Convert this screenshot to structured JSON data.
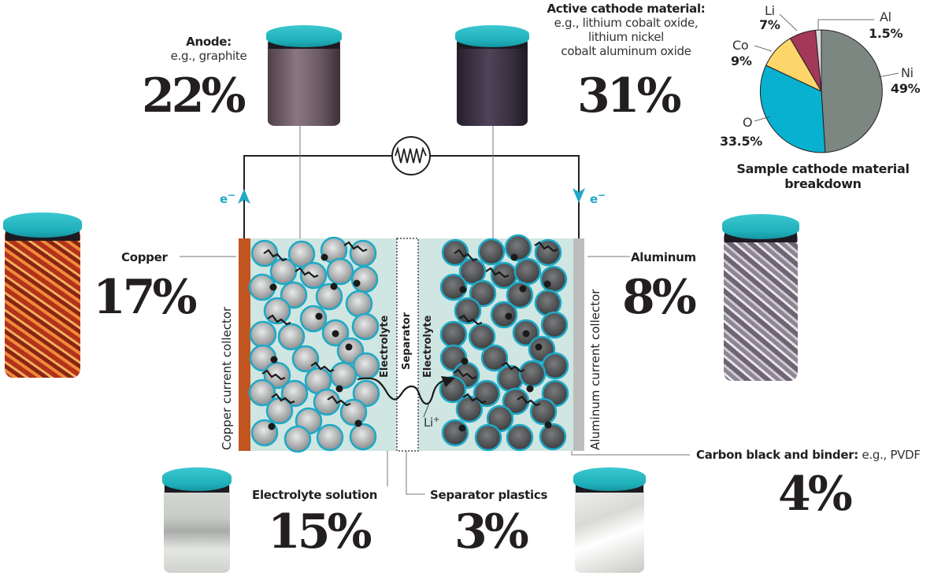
{
  "components": {
    "anode": {
      "label": "Anode:",
      "example": "e.g., graphite",
      "percent": "22%"
    },
    "cathode": {
      "label": "Active cathode material:",
      "example_lines": [
        "e.g., lithium cobalt oxide,",
        "lithium nickel",
        "cobalt aluminum oxide"
      ],
      "percent": "31%"
    },
    "copper": {
      "label": "Copper",
      "percent": "17%"
    },
    "aluminum": {
      "label": "Aluminum",
      "percent": "8%"
    },
    "electrolyte": {
      "label": "Electrolyte solution",
      "percent": "15%"
    },
    "separator": {
      "label": "Separator plastics",
      "percent": "3%"
    },
    "carbon": {
      "label": "Carbon black and binder:",
      "example": "e.g., PVDF",
      "percent": "4%"
    }
  },
  "diagram": {
    "copper_collector": "Copper current collector",
    "aluminum_collector": "Aluminum current collector",
    "electrolyte_left": "Electrolyte",
    "separator": "Separator",
    "electrolyte_right": "Electrolyte",
    "ion": "Li",
    "ion_charge": "+",
    "electron_left": "e",
    "electron_right": "e",
    "electron_charge": "−"
  },
  "colors": {
    "teal_accent": "#1fa9c6",
    "copper": "#c2541f",
    "aluminum": "#bdbdbd",
    "electrolyte_bg": "#cfe6e2",
    "anode_particle": "#a6a8a8",
    "cathode_particle": "#58595b",
    "pie_ni": "#7d8782",
    "pie_o": "#08b1cf",
    "pie_co": "#fcd66a",
    "pie_li": "#a3385a",
    "pie_al": "#d9dcdc"
  },
  "pie": {
    "title_line1": "Sample cathode material",
    "title_line2": "breakdown",
    "slices": [
      {
        "name": "Ni",
        "value": "49%"
      },
      {
        "name": "O",
        "value": "33.5%"
      },
      {
        "name": "Co",
        "value": "9%"
      },
      {
        "name": "Li",
        "value": "7%"
      },
      {
        "name": "Al",
        "value": "1.5%"
      }
    ]
  },
  "chart_data": {
    "type": "pie",
    "title": "Sample cathode material breakdown",
    "categories": [
      "Ni",
      "O",
      "Co",
      "Li",
      "Al"
    ],
    "values": [
      49,
      33.5,
      9,
      7,
      1.5
    ],
    "units": "%",
    "legend_position": "direct labels"
  }
}
